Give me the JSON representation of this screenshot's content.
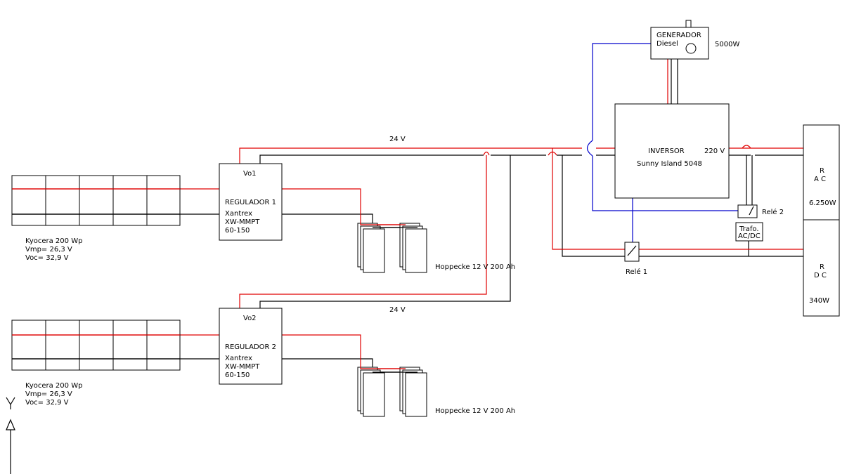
{
  "panels": [
    {
      "model": "Kyocera 200 Wp",
      "vmp": "Vmp= 26,3 V",
      "voc": "Voc= 32,9 V"
    },
    {
      "model": "Kyocera 200 Wp",
      "vmp": "Vmp= 26,3 V",
      "voc": "Voc= 32,9 V"
    }
  ],
  "regulators": [
    {
      "id": "Vo1",
      "name": "REGULADOR 1",
      "brand": "Xantrex",
      "model": "XW-MMPT",
      "range": "60-150"
    },
    {
      "id": "Vo2",
      "name": "REGULADOR 2",
      "brand": "Xantrex",
      "model": "XW-MMPT",
      "range": "60-150"
    }
  ],
  "batteries": [
    {
      "label": "Hoppecke 12 V 200 Ah"
    },
    {
      "label": "Hoppecke 12 V 200 Ah"
    }
  ],
  "bus": {
    "dc_voltage_1": "24 V",
    "dc_voltage_2": "24 V"
  },
  "generator": {
    "name": "GENERADOR",
    "type": "Diesel",
    "power": "5000W"
  },
  "inverter": {
    "name": "INVERSOR",
    "model": "Sunny Island 5048",
    "voltage": "220 V"
  },
  "relays": {
    "relay1": "Relé 1",
    "relay2": "Relé 2"
  },
  "transformer": {
    "line1": "Trafo.",
    "line2": "AC/DC"
  },
  "loads": {
    "ac": {
      "letter1": "R",
      "letter2": "A  C",
      "power": "6.250W"
    },
    "dc": {
      "letter1": "R",
      "letter2": "D  C",
      "power": "340W"
    }
  },
  "colors": {
    "positive": "#e00000",
    "negative": "#000000",
    "control": "#0000cc"
  }
}
